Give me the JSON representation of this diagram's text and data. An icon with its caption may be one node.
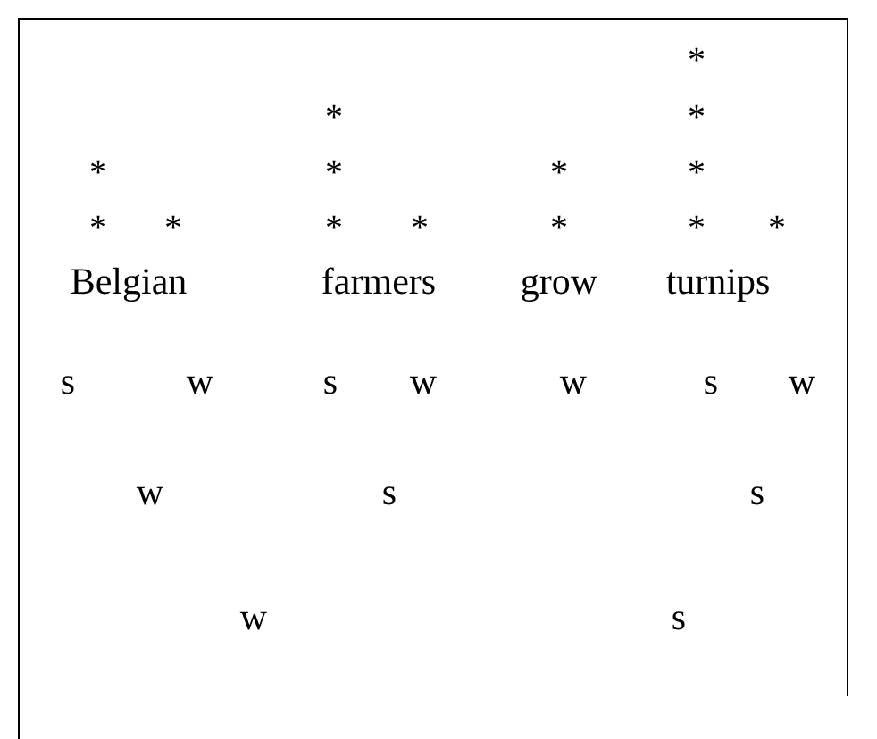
{
  "diagram": {
    "labels": [
      "*",
      "*",
      "*",
      "*",
      "*",
      "*",
      "*",
      "*",
      "*",
      "*",
      "*",
      "*",
      "*",
      "*",
      "Belgian",
      "farmers",
      "grow",
      "turnips",
      "s",
      "w",
      "s",
      "w",
      "w",
      "s",
      "w",
      "w",
      "s",
      "s",
      "w",
      "s"
    ]
  }
}
